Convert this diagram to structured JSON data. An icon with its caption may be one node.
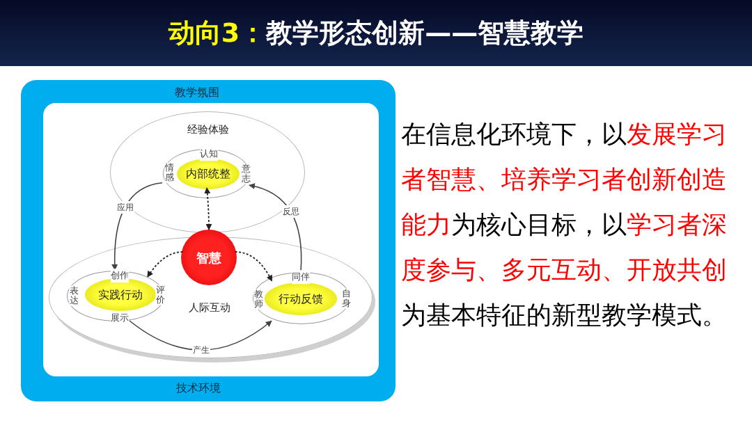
{
  "diagram": {
    "title": "**动向3：**教学形态创新——智慧教学",
    "nodes": [
      {
        "text": [
          "教学氛围",
          "技术环境"
        ]
      },
      {
        "text": [
          "经验体验"
        ],
        "in": 0
      },
      {
        "text": [
          "认知",
          "情感",
          "意志"
        ],
        "in": 1
      },
      {
        "text": [
          "内部统整"
        ],
        "in": 2
      },
      {
        "text": [
          "人际互动"
        ],
        "in": 0
      },
      {
        "text": [
          "创作",
          "表达",
          "评价",
          "展示"
        ],
        "in": 4
      },
      {
        "text": [
          "实践行动"
        ],
        "in": 5
      },
      {
        "text": [
          "同伴",
          "教师",
          "自身"
        ],
        "in": 4
      },
      {
        "text": [
          "行动反馈"
        ],
        "in": 7
      },
      {
        "text": [
          "智慧"
        ],
        "in": 0
      }
    ],
    "edges": [
      {
        "from": 9,
        "to": 3,
        "arrow": "both",
        "style": "dashed"
      },
      {
        "from": 9,
        "to": 6,
        "arrow": "to",
        "style": "dashed"
      },
      {
        "from": 9,
        "to": 8,
        "arrow": "to",
        "style": "dashed"
      },
      {
        "from": 2,
        "to": 5,
        "arrow": "to",
        "label": "应用"
      },
      {
        "from": 7,
        "to": 2,
        "arrow": "to",
        "label": "反思"
      },
      {
        "from": 5,
        "to": 7,
        "arrow": "to",
        "label": "产生"
      }
    ],
    "labels": [
      "在信息化环境下，以**发展学习者智慧、培养学习者创新创造能力**为核心目标，以**学习者深度参与、多元互动、开放共创**为基本特征的新型教学模式。"
    ]
  }
}
